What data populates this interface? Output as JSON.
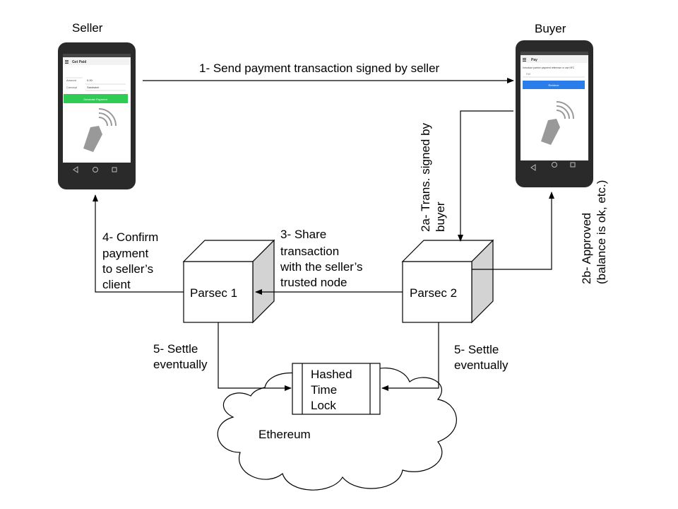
{
  "actors": {
    "seller": "Seller",
    "buyer": "Buyer"
  },
  "seller_phone": {
    "app_title": "Get Paid",
    "amount_label": "Amount",
    "amount_value": "0.00",
    "concept_label": "Concept",
    "concept_value": "Sandwich",
    "button_label": "Generate Payment"
  },
  "buyer_phone": {
    "app_title": "Pay",
    "instruction": "Introduce partner payment reference or use NFC",
    "ref_placeholder": "Ref",
    "button_label": "Retrieve"
  },
  "nodes": {
    "parsec1": "Parsec 1",
    "parsec2": "Parsec 2"
  },
  "steps": {
    "step1": "1- Send payment transaction signed by seller",
    "step2a_line1": "2a- Trans. signed by",
    "step2a_line2": "buyer",
    "step2b_line1": "2b- Approved",
    "step2b_line2": "(balance is ok, etc.)",
    "step3_line1": "3- Share",
    "step3_line2": "transaction",
    "step3_line3": "with the seller’s",
    "step3_line4": "trusted node",
    "step4_line1": "4- Confirm",
    "step4_line2": "payment",
    "step4_line3": "to seller’s",
    "step4_line4": "client",
    "step5_left_line1": "5- Settle",
    "step5_left_line2": "eventually",
    "step5_right_line1": "5- Settle",
    "step5_right_line2": "eventually"
  },
  "htlc": {
    "line1": "Hashed",
    "line2": "Time",
    "line3": "Lock"
  },
  "cloud_label": "Ethereum"
}
